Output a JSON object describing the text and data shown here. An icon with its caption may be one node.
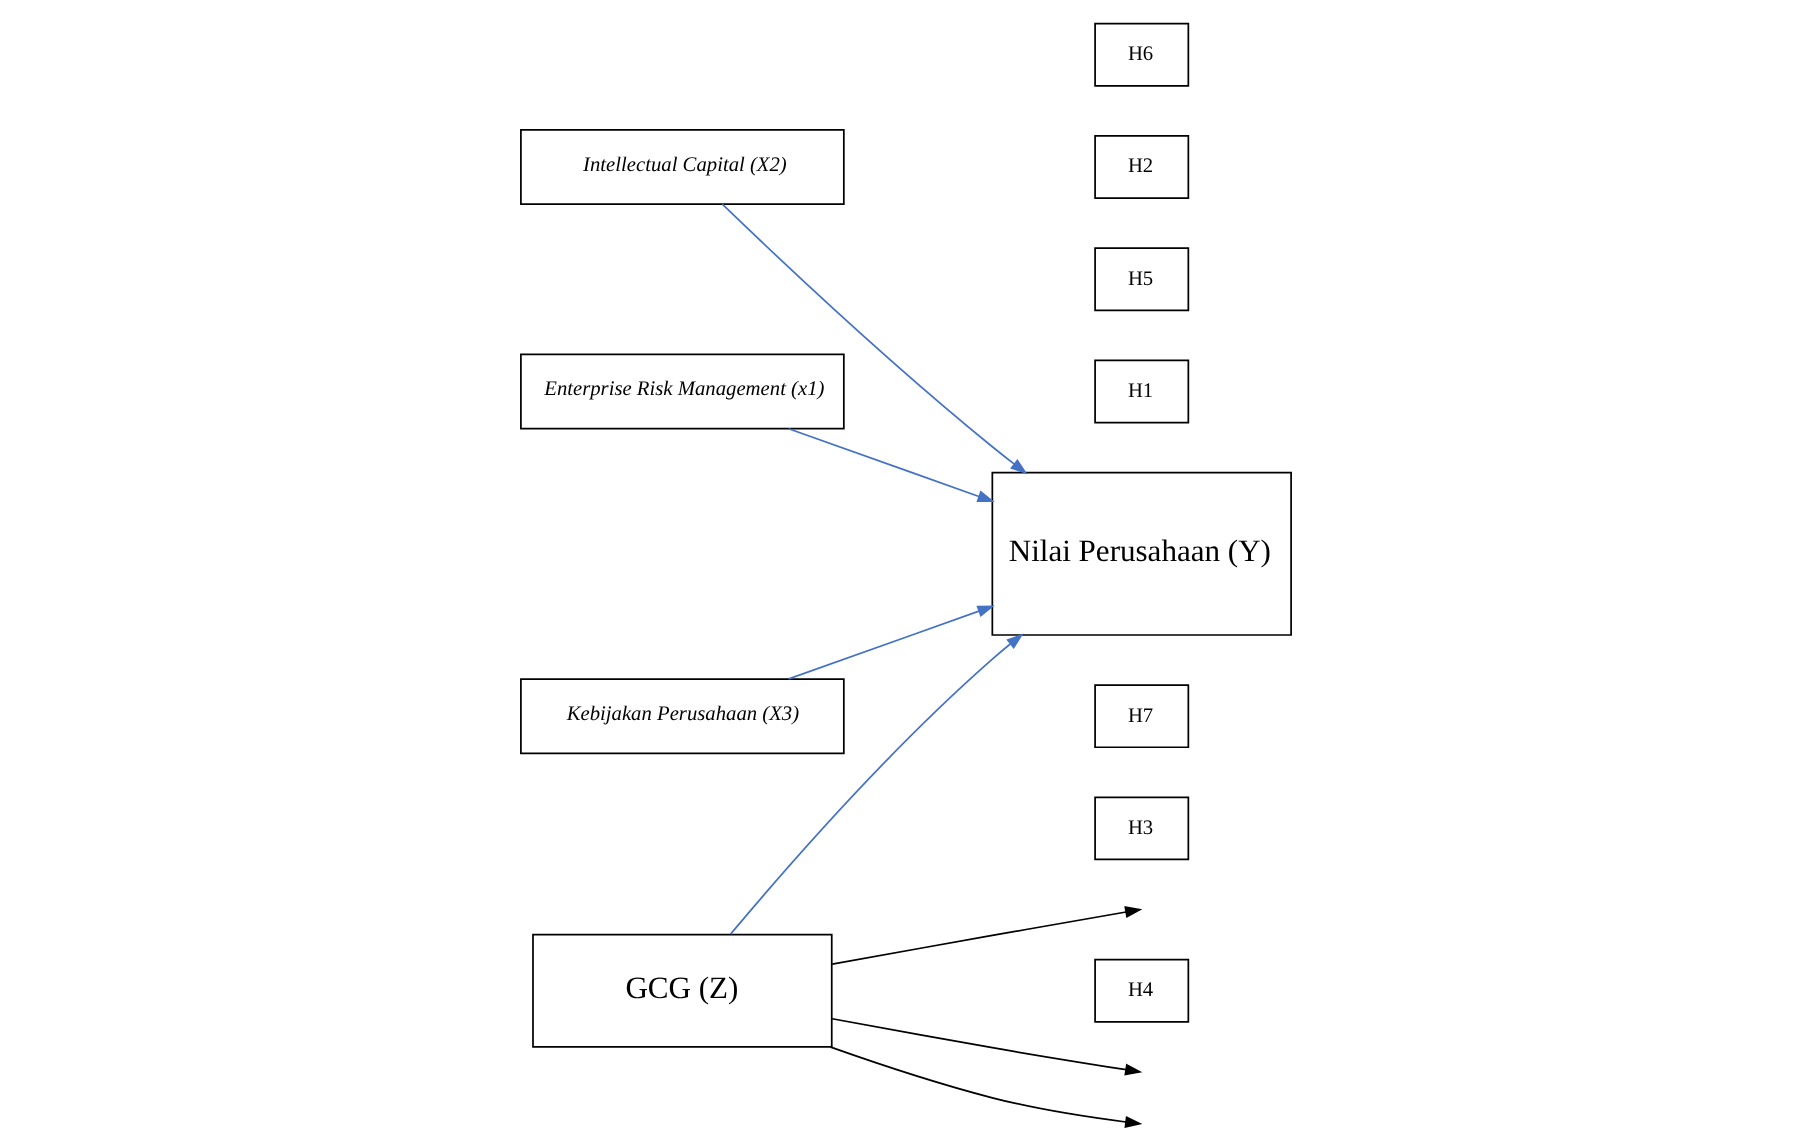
{
  "diagram": {
    "nodes": [
      {
        "text": [
          "Enterprise Risk Management (x1)"
        ]
      },
      {
        "text": [
          "Intellectual Capital (X2)"
        ]
      },
      {
        "text": [
          "Kebijakan Perusahaan (X3)"
        ]
      },
      {
        "text": [
          "Nilai Perusahaan (Y)"
        ]
      },
      {
        "text": [
          "GCG (Z)"
        ]
      },
      {
        "text": [
          "H1"
        ]
      },
      {
        "text": [
          "H2"
        ]
      },
      {
        "text": [
          "H3"
        ]
      },
      {
        "text": [
          "H4"
        ]
      },
      {
        "text": [
          "H5"
        ]
      },
      {
        "text": [
          "H6"
        ]
      },
      {
        "text": [
          "H7"
        ]
      }
    ],
    "edges": [
      {
        "from": 0,
        "to": 3,
        "arrow": "to"
      },
      {
        "from": 1,
        "to": 3,
        "arrow": "to"
      },
      {
        "from": 2,
        "to": 3,
        "arrow": "to"
      },
      {
        "from": 4,
        "to": 3,
        "arrow": "to"
      },
      {
        "from": 4,
        "to": null,
        "arrow": "to",
        "color": "#000000"
      },
      {
        "from": 4,
        "to": null,
        "arrow": "to",
        "color": "#000000"
      },
      {
        "from": 4,
        "to": null,
        "arrow": "to",
        "color": "#000000"
      }
    ]
  }
}
